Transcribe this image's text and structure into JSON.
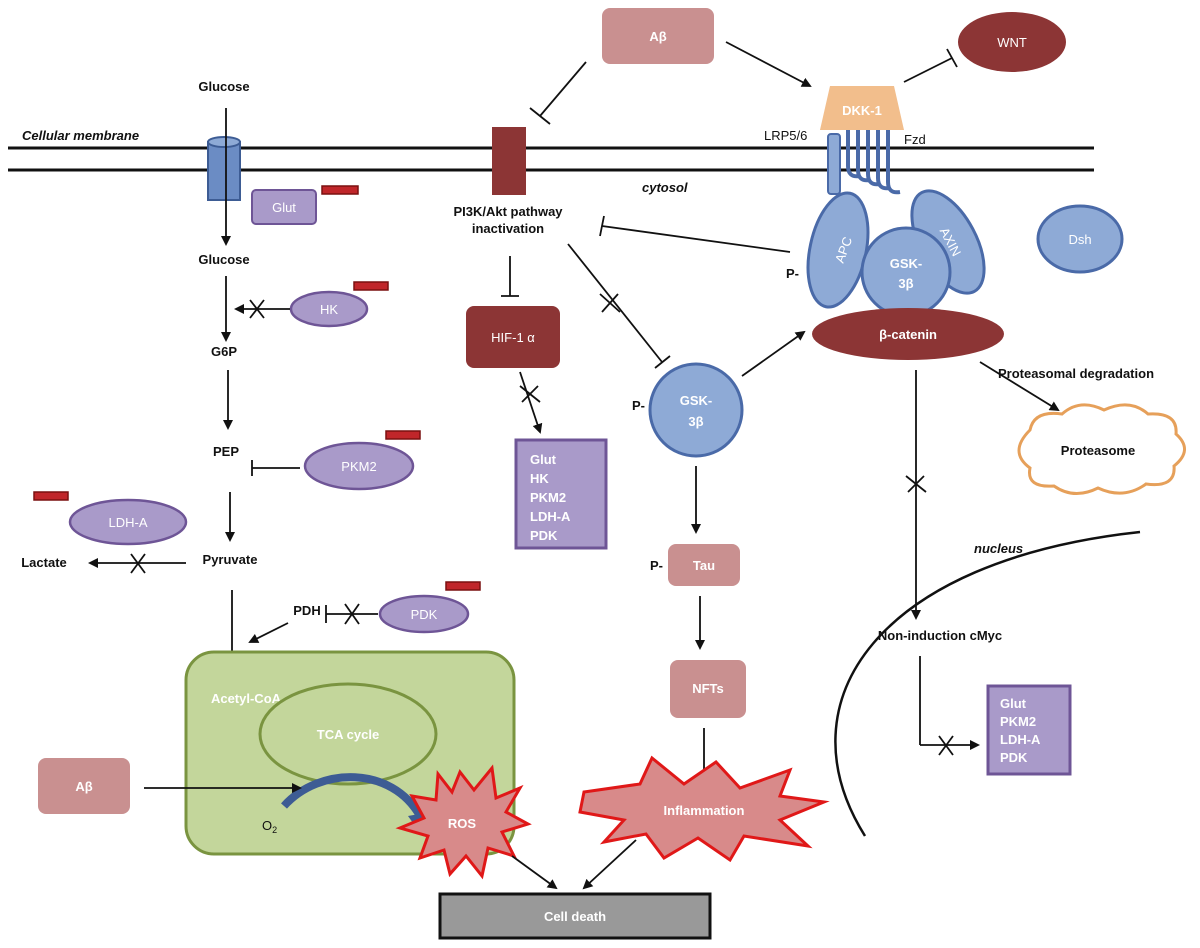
{
  "membrane": {
    "label": "Cellular membrane",
    "cytosol": "cytosol",
    "nucleus": "nucleus"
  },
  "glycolysis": {
    "glucose_out": "Glucose",
    "glut": "Glut",
    "glucose_in": "Glucose",
    "hk": "HK",
    "g6p": "G6P",
    "pep": "PEP",
    "pkm2": "PKM2",
    "ldha": "LDH-A",
    "pyruvate": "Pyruvate",
    "lactate": "Lactate",
    "pdh": "PDH",
    "pdk": "PDK"
  },
  "mitochondrion": {
    "acetyl_coa": "Acetyl-CoA",
    "tca": "TCA cycle",
    "o2": "O",
    "o2_sub": "2",
    "ros": "ROS"
  },
  "abeta_top": "Aβ",
  "abeta_left": "Aβ",
  "pi3k": {
    "line1": "PI3K/Akt  pathway",
    "line2": "inactivation"
  },
  "hif": "HIF-1 α",
  "hif_targets": [
    "Glut",
    "HK",
    "PKM2",
    "LDH-A",
    "PDK"
  ],
  "gsk": {
    "p": "P-",
    "line1": "GSK-",
    "line2": "3β"
  },
  "tau": {
    "p": "P-",
    "label": "Tau"
  },
  "nfts": "NFTs",
  "inflammation": "Inflammation",
  "cell_death": "Cell death",
  "wnt": {
    "wnt": "WNT",
    "dkk": "DKK-1",
    "lrp": "LRP5/6",
    "fzd": "Fzd",
    "apc": "APC",
    "axin": "AXIN",
    "gsk_line1": "GSK-",
    "gsk_line2": "3β",
    "p": "P-",
    "dsh": "Dsh",
    "bcatenin": "β-catenin",
    "proteasomal": "Proteasomal degradation",
    "proteasome": "Proteasome",
    "cmyc": "Non-induction  cMyc"
  },
  "cmyc_targets": [
    "Glut",
    "PKM2",
    "LDH-A",
    "PDK"
  ],
  "colors": {
    "purple_fill": "#a99ac9",
    "purple_stroke": "#6e5596",
    "blue_fill": "#8eaad6",
    "blue_stroke": "#4a6aa8",
    "darkred": "#8c3535",
    "pink": "#c99090",
    "green": "#c3d69b",
    "green_stroke": "#7a9440",
    "red_bar": "#c0262a",
    "dkk": "#f2be8c",
    "proteasome_stroke": "#e6a05a",
    "gray": "#999999"
  }
}
